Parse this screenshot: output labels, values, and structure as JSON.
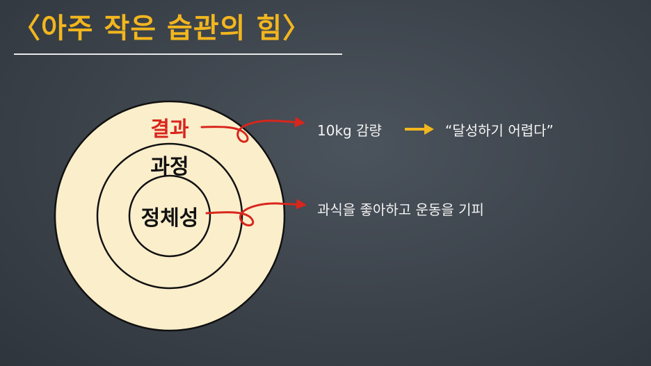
{
  "slide": {
    "title": "〈아주 작은 습관의 힘〉",
    "title_color": "#f2b61e"
  },
  "diagram": {
    "rings": [
      {
        "label": "결과",
        "label_color": "#d8261c"
      },
      {
        "label": "과정",
        "label_color": "#111111"
      },
      {
        "label": "정체성",
        "label_color": "#111111"
      }
    ],
    "fill_color": "#fbeecb",
    "arrow_color": "#d8261c",
    "annotations": {
      "outcome_example": "10kg 감량",
      "outcome_quote": "“달성하기 어렵다”",
      "identity_example": "과식을 좋아하고 운동을 기피"
    },
    "connector_arrow_color": "#f2b61e"
  }
}
